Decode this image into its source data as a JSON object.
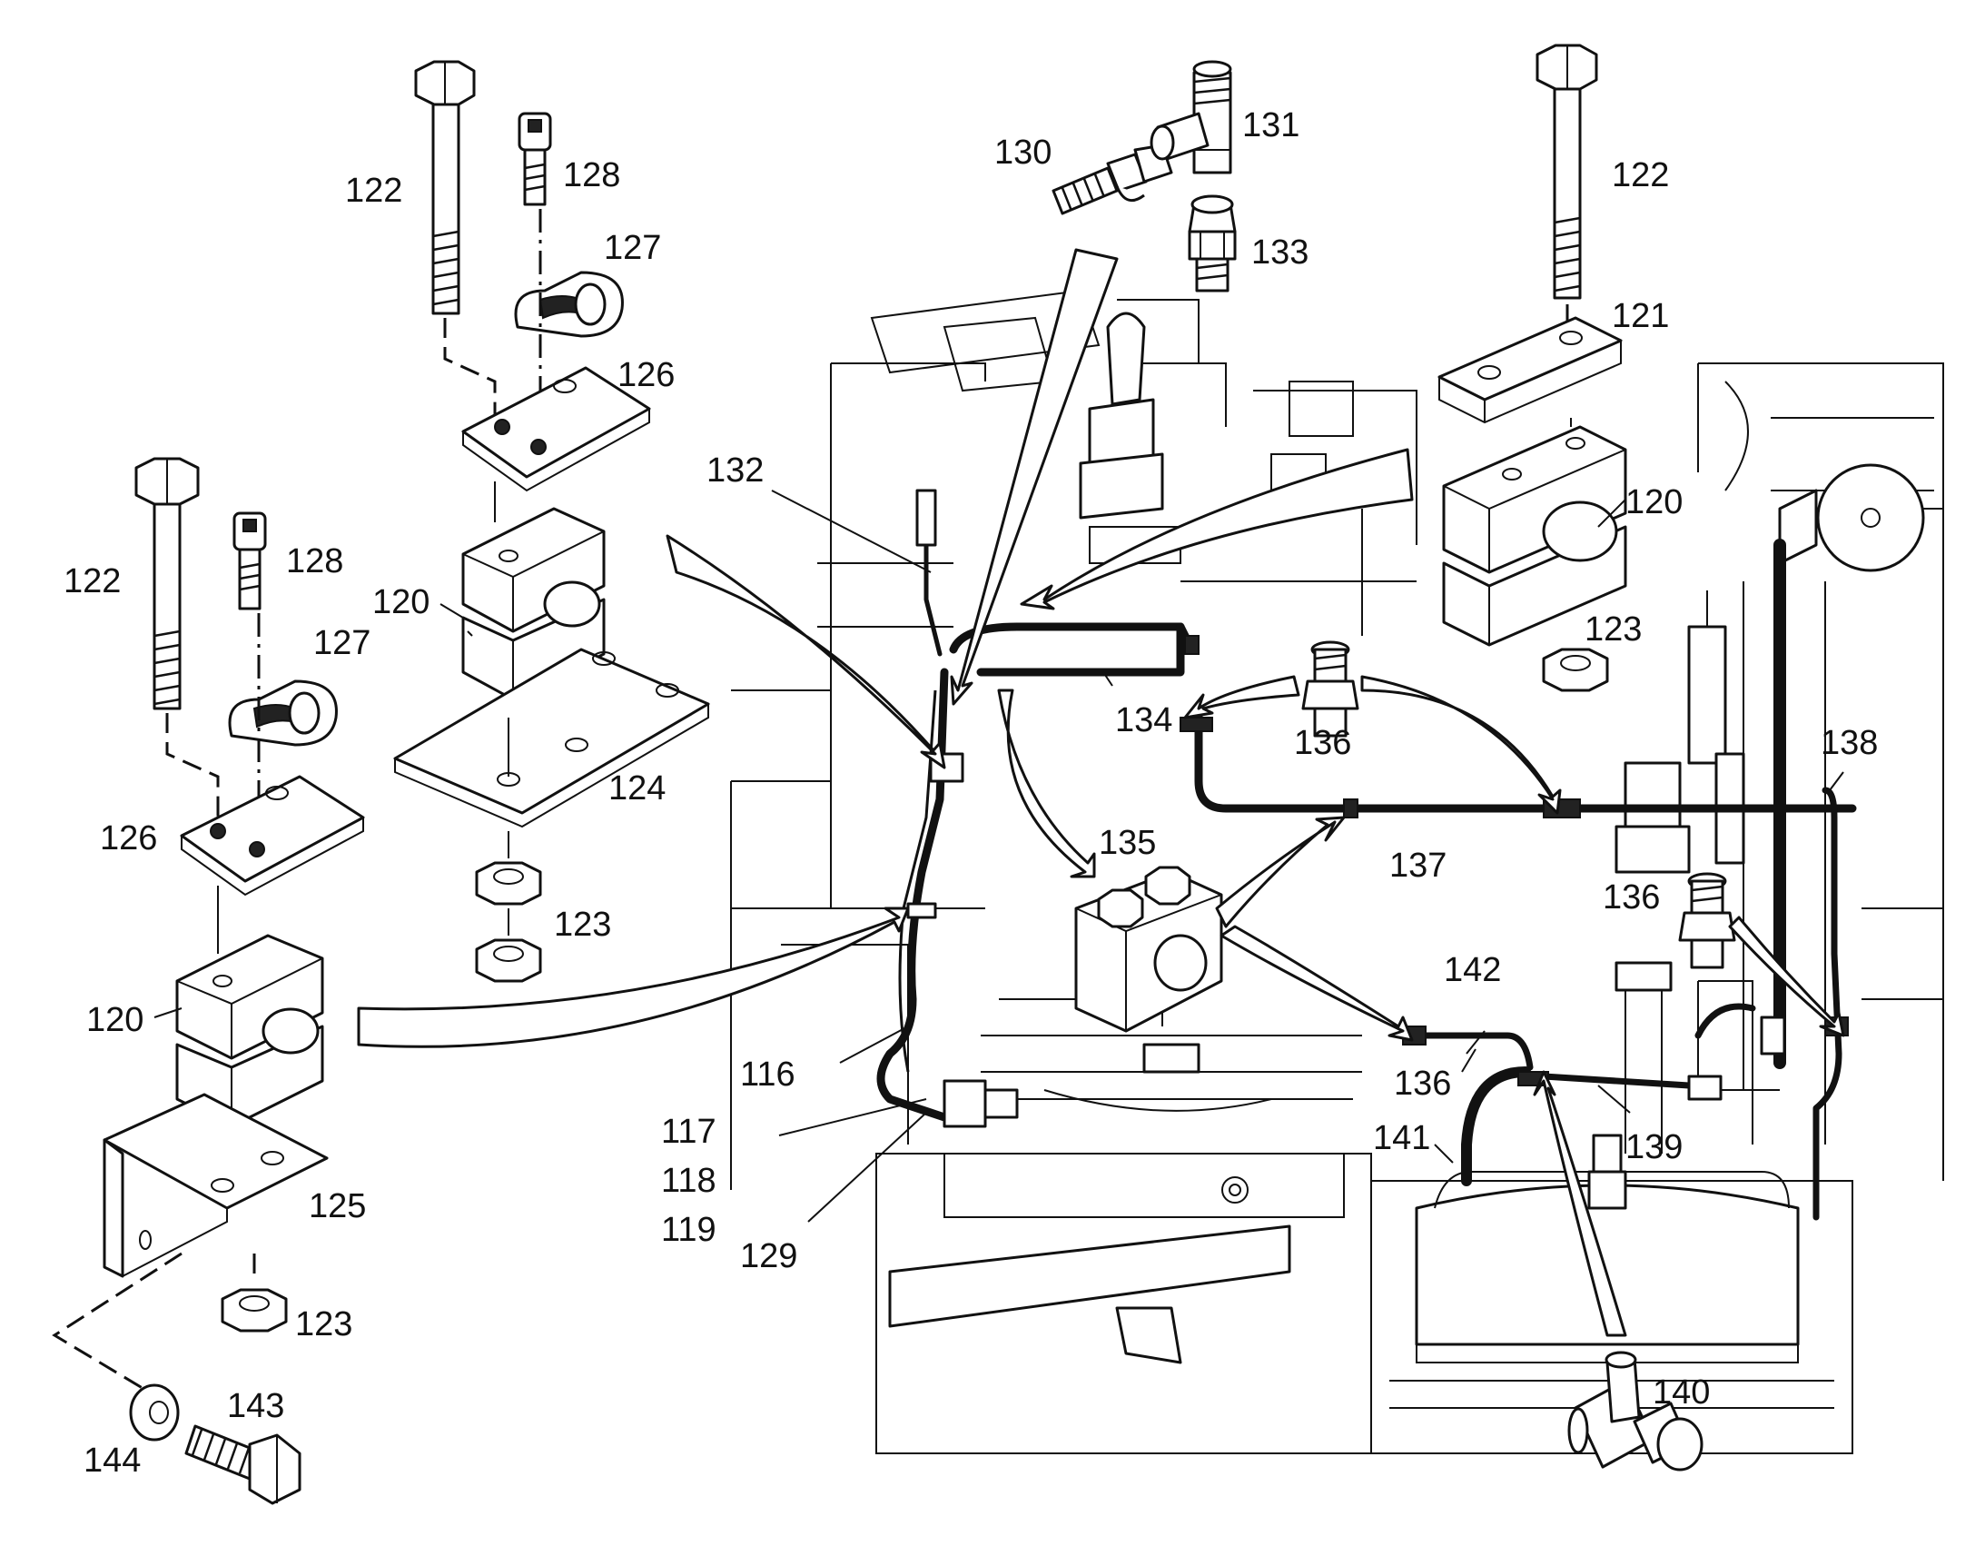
{
  "callouts": [
    {
      "id": "c122a",
      "text": "122"
    },
    {
      "id": "c128a",
      "text": "128"
    },
    {
      "id": "c127a",
      "text": "127"
    },
    {
      "id": "c126a",
      "text": "126"
    },
    {
      "id": "c120a",
      "text": "120"
    },
    {
      "id": "c124",
      "text": "124"
    },
    {
      "id": "c123a",
      "text": "123"
    },
    {
      "id": "c122b",
      "text": "122"
    },
    {
      "id": "c128b",
      "text": "128"
    },
    {
      "id": "c127b",
      "text": "127"
    },
    {
      "id": "c126b",
      "text": "126"
    },
    {
      "id": "c120b",
      "text": "120"
    },
    {
      "id": "c125",
      "text": "125"
    },
    {
      "id": "c123b",
      "text": "123"
    },
    {
      "id": "c143",
      "text": "143"
    },
    {
      "id": "c144",
      "text": "144"
    },
    {
      "id": "c130",
      "text": "130"
    },
    {
      "id": "c131",
      "text": "131"
    },
    {
      "id": "c133",
      "text": "133"
    },
    {
      "id": "c132",
      "text": "132"
    },
    {
      "id": "c134",
      "text": "134"
    },
    {
      "id": "c135",
      "text": "135"
    },
    {
      "id": "c136a",
      "text": "136"
    },
    {
      "id": "c137",
      "text": "137"
    },
    {
      "id": "c122c",
      "text": "122"
    },
    {
      "id": "c121",
      "text": "121"
    },
    {
      "id": "c120c",
      "text": "120"
    },
    {
      "id": "c123c",
      "text": "123"
    },
    {
      "id": "c138",
      "text": "138"
    },
    {
      "id": "c136b",
      "text": "136"
    },
    {
      "id": "c142",
      "text": "142"
    },
    {
      "id": "c136c",
      "text": "136"
    },
    {
      "id": "c139",
      "text": "139"
    },
    {
      "id": "c141",
      "text": "141"
    },
    {
      "id": "c140",
      "text": "140"
    },
    {
      "id": "c116",
      "text": "116"
    },
    {
      "id": "c117",
      "text": "117"
    },
    {
      "id": "c118",
      "text": "118"
    },
    {
      "id": "c119",
      "text": "119"
    },
    {
      "id": "c129",
      "text": "129"
    }
  ]
}
